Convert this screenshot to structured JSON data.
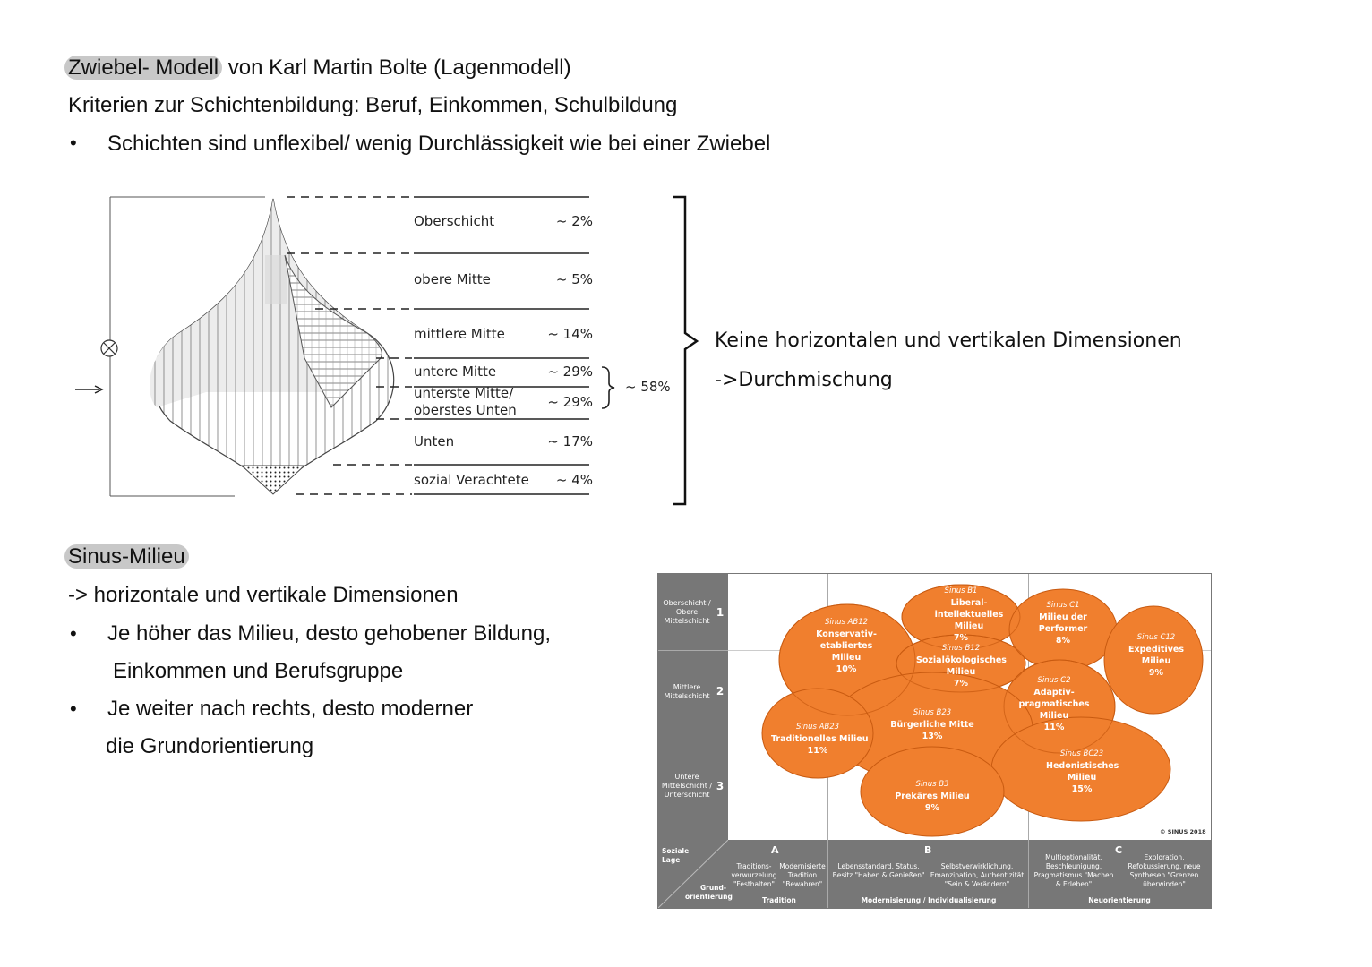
{
  "section1": {
    "title_highlight": "Zwiebel- Modell",
    "title_rest": " von Karl Martin Bolte (Lagenmodell)",
    "criteria": "Kriterien zur Schichtenbildung: Beruf, Einkommen, Schulbildung",
    "bullet": "Schichten sind unflexibel/ wenig Durchlässigkeit wie bei einer Zwiebel"
  },
  "diagram": {
    "layers": [
      {
        "label": "Oberschicht",
        "pct": "~ 2%"
      },
      {
        "label": "obere Mitte",
        "pct": "~ 5%"
      },
      {
        "label": "mittlere Mitte",
        "pct": "~ 14%"
      },
      {
        "label": "untere Mitte",
        "pct": "~ 29%"
      },
      {
        "label": "unterste Mitte/",
        "pct": ""
      },
      {
        "label": "oberstes Unten",
        "pct": "~ 29%"
      },
      {
        "label": "Unten",
        "pct": "~ 17%"
      },
      {
        "label": "sozial Verachtete",
        "pct": "~ 4%"
      }
    ],
    "brace_total": "~ 58%"
  },
  "right_note": {
    "line1": "Keine horizontalen und vertikalen Dimensionen",
    "line2": "->Durchmischung"
  },
  "section2": {
    "title": "Sinus-Milieu",
    "line1": "-> horizontale und vertikale Dimensionen",
    "bullet1a": "Je höher das Milieu, desto gehobener Bildung,",
    "bullet1b": "Einkommen und Berufsgruppe",
    "bullet2a": "Je weiter nach rechts, desto moderner",
    "bullet2b": "die Grundorientierung"
  },
  "sinus": {
    "rows": [
      {
        "label": "Oberschicht / Obere Mittelschicht",
        "num": "1"
      },
      {
        "label": "Mittlere Mittelschicht",
        "num": "2"
      },
      {
        "label": "Untere Mittelschicht / Unterschicht",
        "num": "3"
      }
    ],
    "milieus": [
      {
        "code": "Sinus B1",
        "name": "Liberal-intellektuelles Milieu",
        "pct": "7%"
      },
      {
        "code": "Sinus AB12",
        "name": "Konservativ-etabliertes Milieu",
        "pct": "10%"
      },
      {
        "code": "Sinus B12",
        "name": "Sozialökologisches Milieu",
        "pct": "7%"
      },
      {
        "code": "Sinus C1",
        "name": "Milieu der Performer",
        "pct": "8%"
      },
      {
        "code": "Sinus C12",
        "name": "Expeditives Milieu",
        "pct": "9%"
      },
      {
        "code": "Sinus C2",
        "name": "Adaptiv-pragmatisches Milieu",
        "pct": "11%"
      },
      {
        "code": "Sinus B23",
        "name": "Bürgerliche Mitte",
        "pct": "13%"
      },
      {
        "code": "Sinus AB23",
        "name": "Traditionelles Milieu",
        "pct": "11%"
      },
      {
        "code": "Sinus BC23",
        "name": "Hedonistisches Milieu",
        "pct": "15%"
      },
      {
        "code": "Sinus B3",
        "name": "Prekäres Milieu",
        "pct": "9%"
      }
    ],
    "copyright": "© SINUS 2018",
    "corner_top": "Soziale Lage",
    "corner_bottom": "Grund-orientierung",
    "columns": [
      {
        "letter": "A",
        "left": "Traditions-verwurzelung \"Festhalten\"",
        "right": "Modernisierte Tradition \"Bewahren\"",
        "footer": "Tradition"
      },
      {
        "letter": "B",
        "left": "Lebensstandard, Status, Besitz \"Haben & Genießen\"",
        "right": "Selbstverwirklichung, Emanzipation, Authentizität \"Sein & Verändern\"",
        "footer": "Modernisierung / Individualisierung"
      },
      {
        "letter": "C",
        "left": "Multioptionalität, Beschleunigung, Pragmatismus \"Machen & Erleben\"",
        "right": "Exploration, Refokussierung, neue Synthesen \"Grenzen überwinden\"",
        "footer": "Neuorientierung"
      }
    ]
  }
}
